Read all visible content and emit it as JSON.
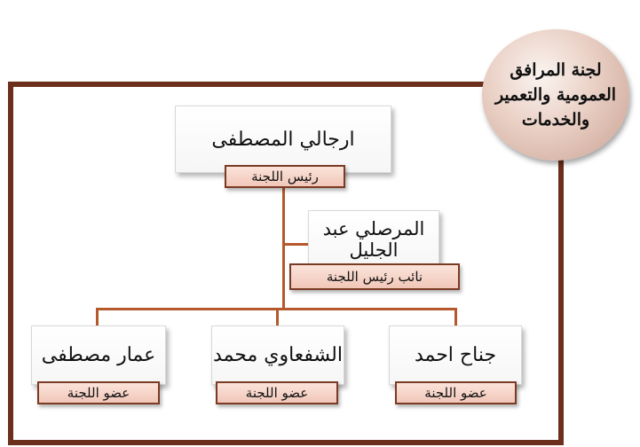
{
  "committee_title": "لجنة المرافق العمومية والتعمير والخدمات",
  "chair": {
    "name": "ارجالي المصطفى",
    "role": "رئيس اللجنة"
  },
  "deputy": {
    "name": "المرصلي عبد الجليل",
    "role": "نائب رئيس اللجنة"
  },
  "members": [
    {
      "name": "جناح احمد",
      "role": "عضو اللجنة"
    },
    {
      "name": "الشفعاوي محمد",
      "role": "عضو اللجنة"
    },
    {
      "name": "عمار مصطفى",
      "role": "عضو اللجنة"
    }
  ]
}
